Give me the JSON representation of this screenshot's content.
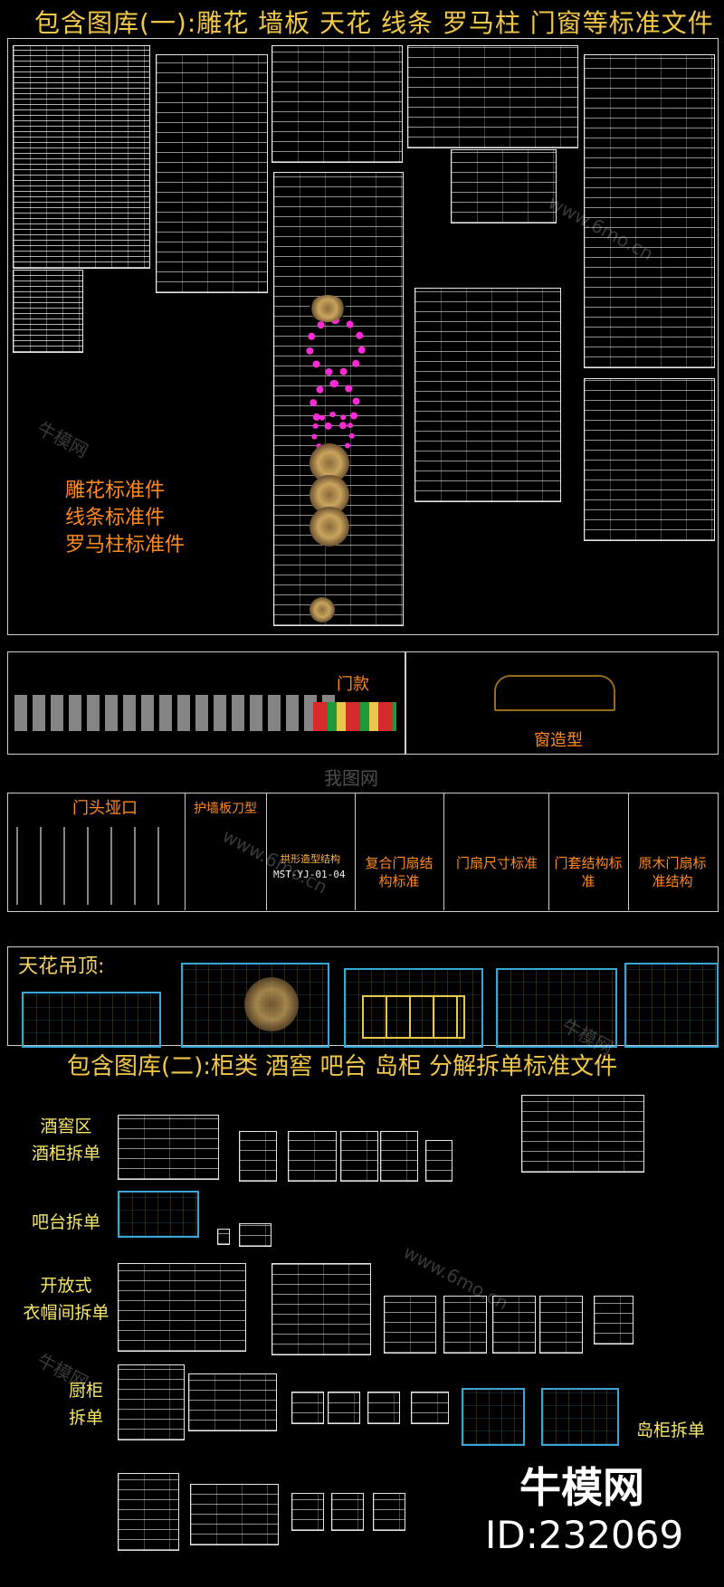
{
  "section1": {
    "title": "包含图库(一):雕花 墙板 天花 线条 罗马柱 门窗等标准文件",
    "labels": [
      "雕花标准件",
      "线条标准件",
      "罗马柱标准件"
    ]
  },
  "doors": {
    "door_label": "门款",
    "window_label": "窗造型"
  },
  "components": {
    "items": [
      {
        "label": "门头垭口"
      },
      {
        "label": "护墙板刀型"
      },
      {
        "label": "拱形造型结构"
      },
      {
        "label": "复合门扇结构标准"
      },
      {
        "label": "门扇尺寸标准"
      },
      {
        "label": "门套结构标准"
      },
      {
        "label": "原木门扇标准结构"
      }
    ],
    "code": "MST-YJ-01-04",
    "center_watermark": "我图网"
  },
  "ceiling": {
    "label": "天花吊顶:"
  },
  "section2": {
    "title": "包含图库(二):柜类 酒窖 吧台 岛柜 分解拆单标准文件",
    "labels": [
      "酒窖区",
      "酒柜拆单",
      "吧台拆单",
      "开放式",
      "衣帽间拆单",
      "厨柜",
      "拆单",
      "岛柜拆单"
    ]
  },
  "brand": {
    "name": "牛模网",
    "id": "ID:232069"
  },
  "watermarks": [
    "牛模网",
    "www.6mo.cn"
  ],
  "colors": {
    "background": "#000000",
    "title_yellow": "#f2c84b",
    "label_orange": "#ff8a1e",
    "cad_cyan": "#3aa6d8",
    "magenta": "#ff2bd6"
  }
}
